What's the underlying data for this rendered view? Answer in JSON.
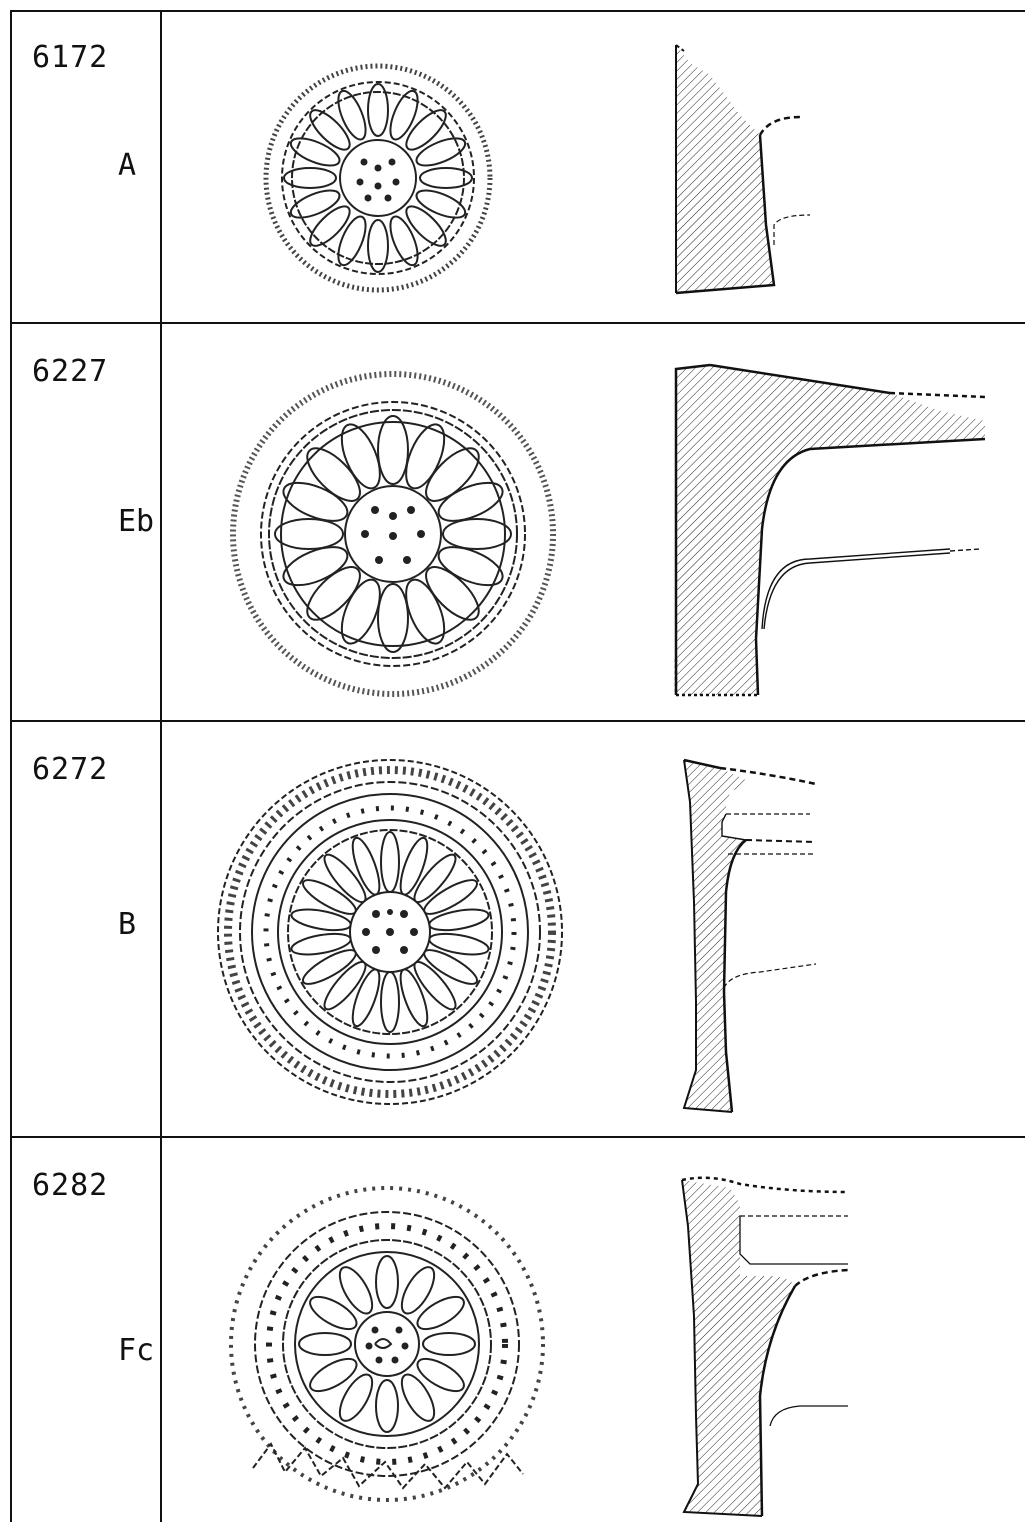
{
  "rows": [
    {
      "code": "6172",
      "type": "A"
    },
    {
      "code": "6227",
      "type": "Eb"
    },
    {
      "code": "6272",
      "type": "B"
    },
    {
      "code": "6282",
      "type": "Fc"
    }
  ]
}
